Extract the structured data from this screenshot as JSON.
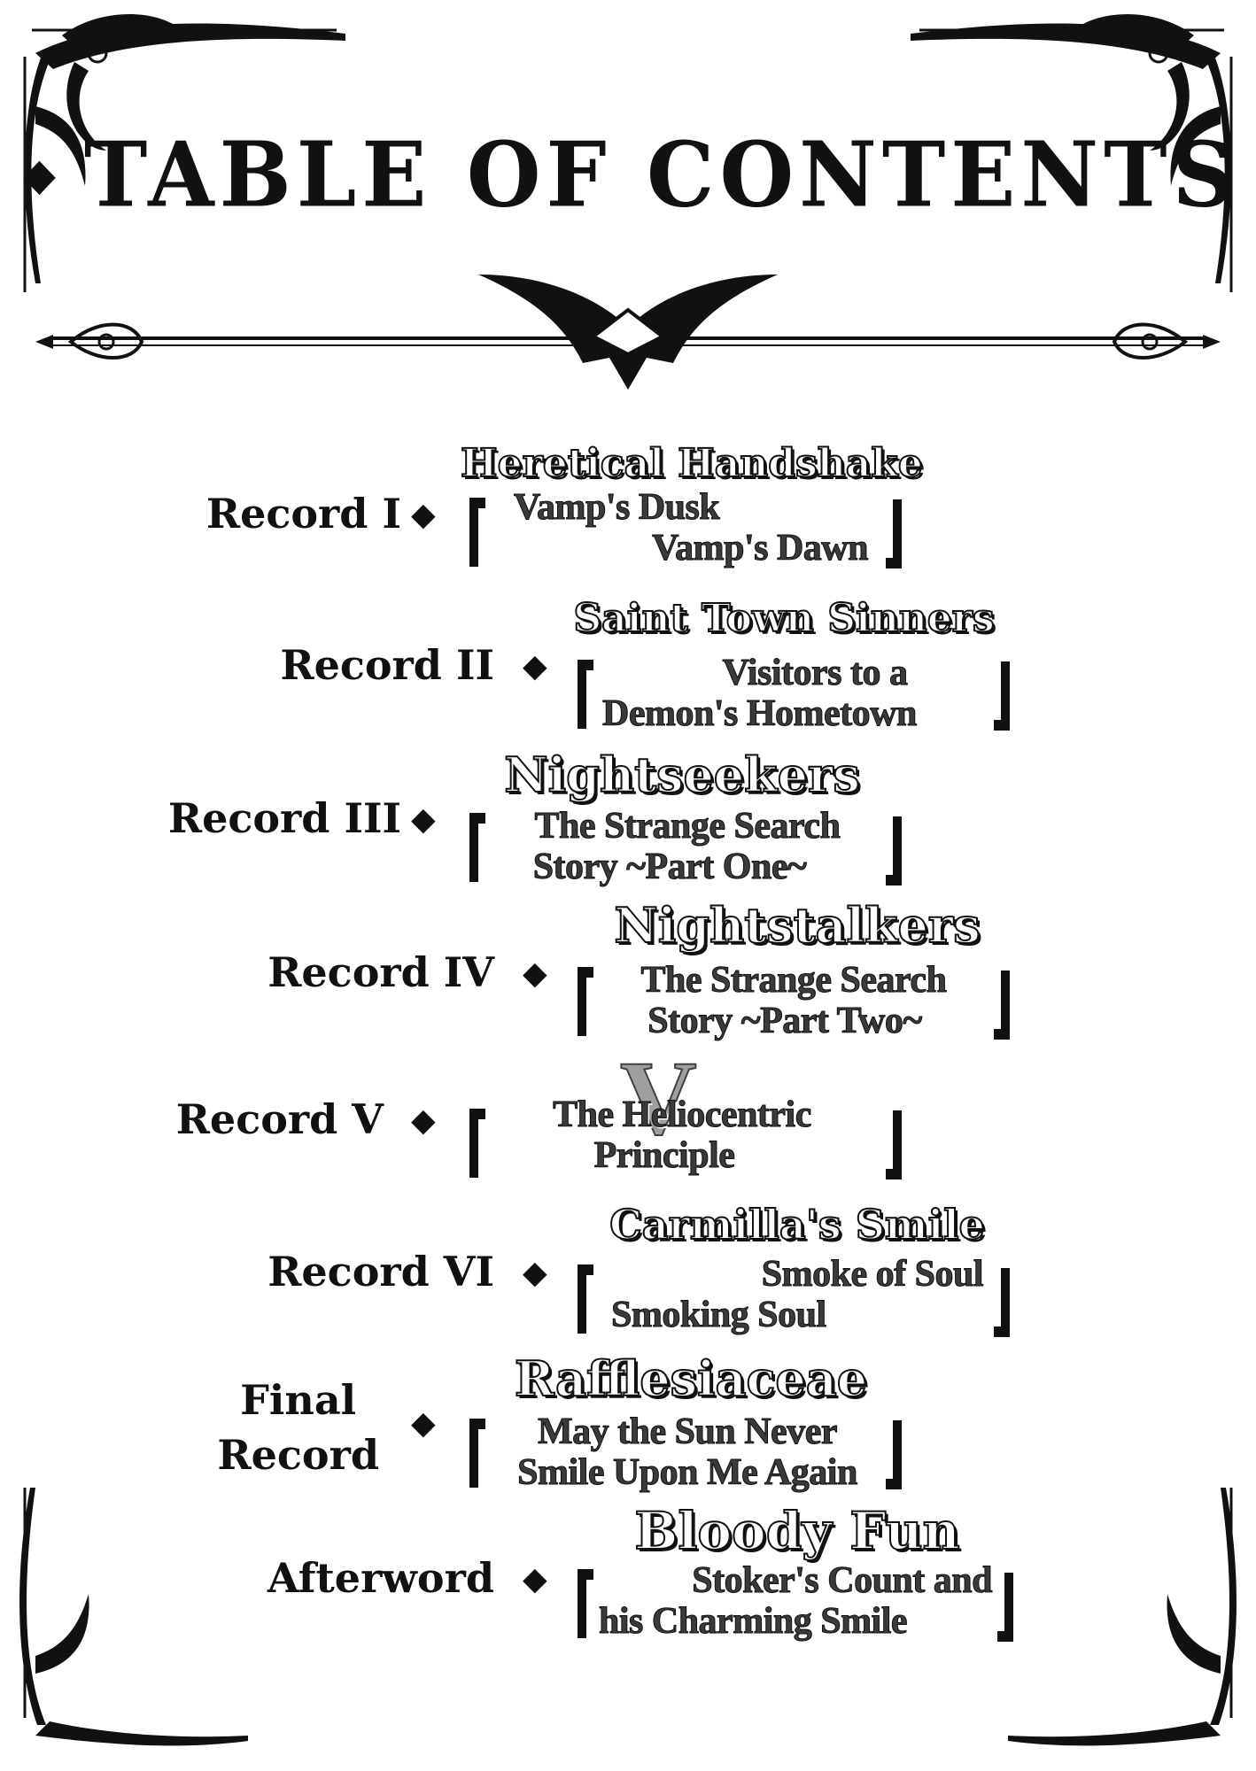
{
  "heading": {
    "title": "TABLE OF CONTENTS",
    "ornament": "◆"
  },
  "bullet": "◆",
  "entries": [
    {
      "label": "Record I",
      "subtitle": "Heretical Handshake",
      "titles": [
        "Vamp's Dusk",
        "Vamp's Dawn"
      ]
    },
    {
      "label": "Record II",
      "subtitle": "Saint Town Sinners",
      "titles": [
        "Visitors to a",
        "Demon's Hometown"
      ]
    },
    {
      "label": "Record III",
      "subtitle": "Nightseekers",
      "titles": [
        "The Strange Search",
        "Story ~Part One~"
      ]
    },
    {
      "label": "Record IV",
      "subtitle": "Nightstalkers",
      "titles": [
        "The Strange Search",
        "Story ~Part Two~"
      ]
    },
    {
      "label": "Record V",
      "subtitle": "V",
      "titles": [
        "The Heliocentric",
        "Principle"
      ]
    },
    {
      "label": "Record VI",
      "subtitle": "Carmilla's Smile",
      "titles": [
        "Smoke of Soul",
        "Smoking Soul"
      ]
    },
    {
      "label": [
        "Final",
        "Record"
      ],
      "subtitle": "Rafflesiaceae",
      "titles": [
        "May the Sun Never",
        "Smile Upon Me Again"
      ]
    },
    {
      "label": "Afterword",
      "subtitle": "Bloody Fun",
      "titles": [
        "Stoker's Count and",
        "his Charming Smile"
      ]
    }
  ]
}
